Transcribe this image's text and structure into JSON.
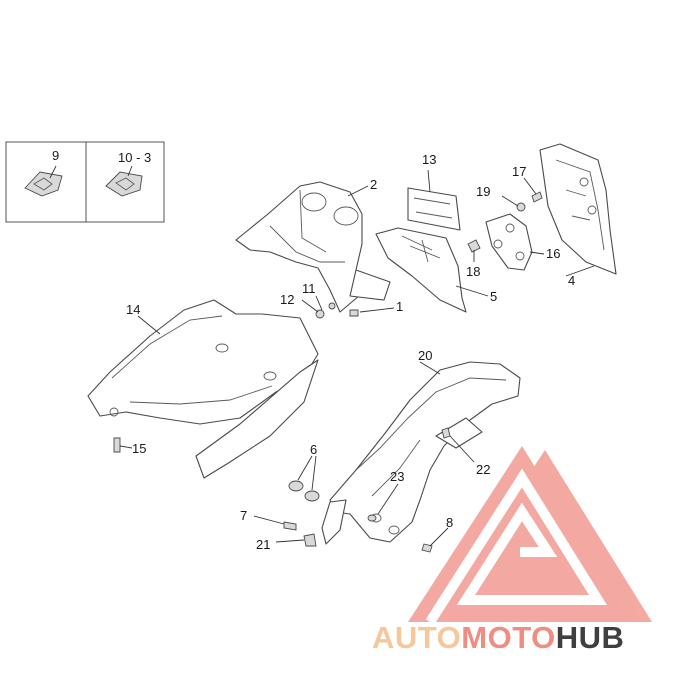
{
  "callouts": {
    "c1": "1",
    "c2": "2",
    "c4": "4",
    "c5": "5",
    "c6": "6",
    "c7": "7",
    "c8": "8",
    "c9": "9",
    "c10_3": "10 - 3",
    "c11": "11",
    "c12": "12",
    "c13": "13",
    "c14": "14",
    "c15": "15",
    "c16": "16",
    "c17": "17",
    "c18": "18",
    "c19": "19",
    "c20": "20",
    "c21": "21",
    "c22": "22",
    "c23": "23"
  },
  "watermark": {
    "part1": "AUTO",
    "part2": "MOTO",
    "part3": "HUB",
    "color_light": "#f6c79b",
    "color_mid": "#f08c82",
    "color_dark": "#3f3f3f",
    "logo_color": "#f08c82"
  }
}
